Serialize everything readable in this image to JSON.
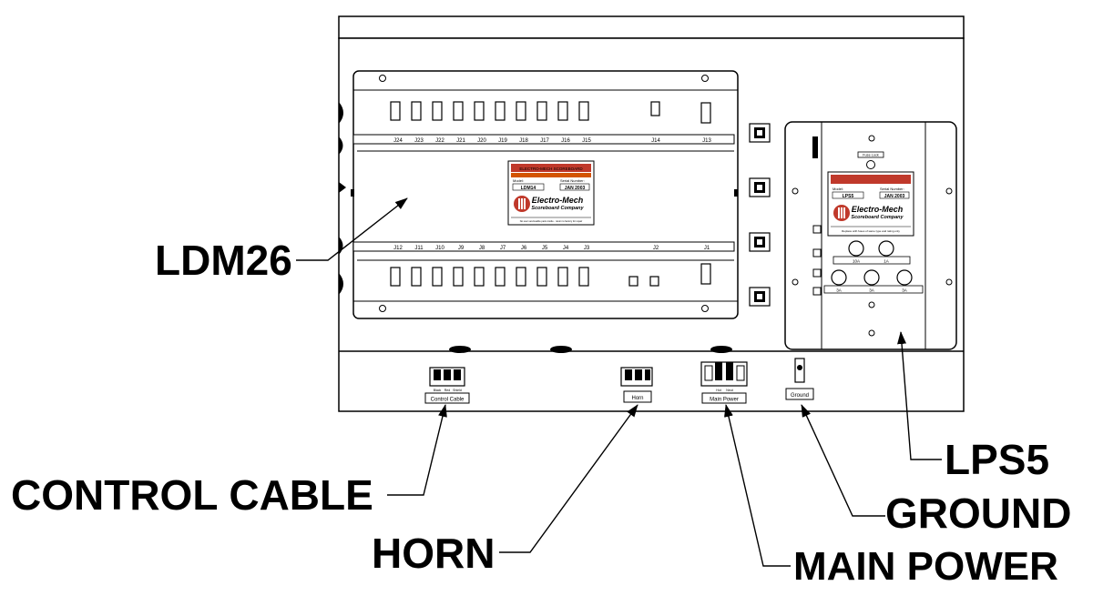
{
  "callouts": {
    "ldm": "LDM26",
    "lps": "LPS5",
    "control_cable": "CONTROL CABLE",
    "horn": "HORN",
    "ground": "GROUND",
    "main_power": "MAIN POWER"
  },
  "ldm_board": {
    "top_connectors": [
      "J24",
      "J23",
      "J22",
      "J21",
      "J20",
      "J19",
      "J18",
      "J17",
      "J16",
      "J15",
      "J14",
      "J13"
    ],
    "bottom_connectors": [
      "J12",
      "J11",
      "J10",
      "J9",
      "J8",
      "J7",
      "J6",
      "J5",
      "J4",
      "J3",
      "J2",
      "J1"
    ],
    "label": {
      "warning": "ELECTRO-MECH SCOREBOARD",
      "model_caption": "Model:",
      "model": "LDM14",
      "serial_caption": "Serial Number:",
      "serial": "JAN 2003",
      "brand_line1": "Electro-Mech",
      "brand_line2": "Scoreboard Company",
      "footer": "No user serviceable parts inside - return to factory for repair"
    }
  },
  "lps_board": {
    "top_tag": "Fuse Lock",
    "label": {
      "model_caption": "Model:",
      "model": "LPS5",
      "serial_caption": "Serial Number:",
      "serial": "JAN 2003",
      "brand_line1": "Electro-Mech",
      "brand_line2": "Scoreboard Company",
      "footer": "Replace with fuses of same type and rating only"
    },
    "fuse_row1": [
      "10A",
      "1A"
    ],
    "fuse_row2": [
      "3A",
      "3A",
      "3A"
    ]
  },
  "terminals": {
    "control_cable": "Control Cable",
    "control_wires": [
      "Black",
      "Red",
      "Shield"
    ],
    "horn": "Horn",
    "main_power": "Main Power",
    "main_power_wires": [
      "Hot",
      "Neut"
    ],
    "ground": "Ground"
  }
}
